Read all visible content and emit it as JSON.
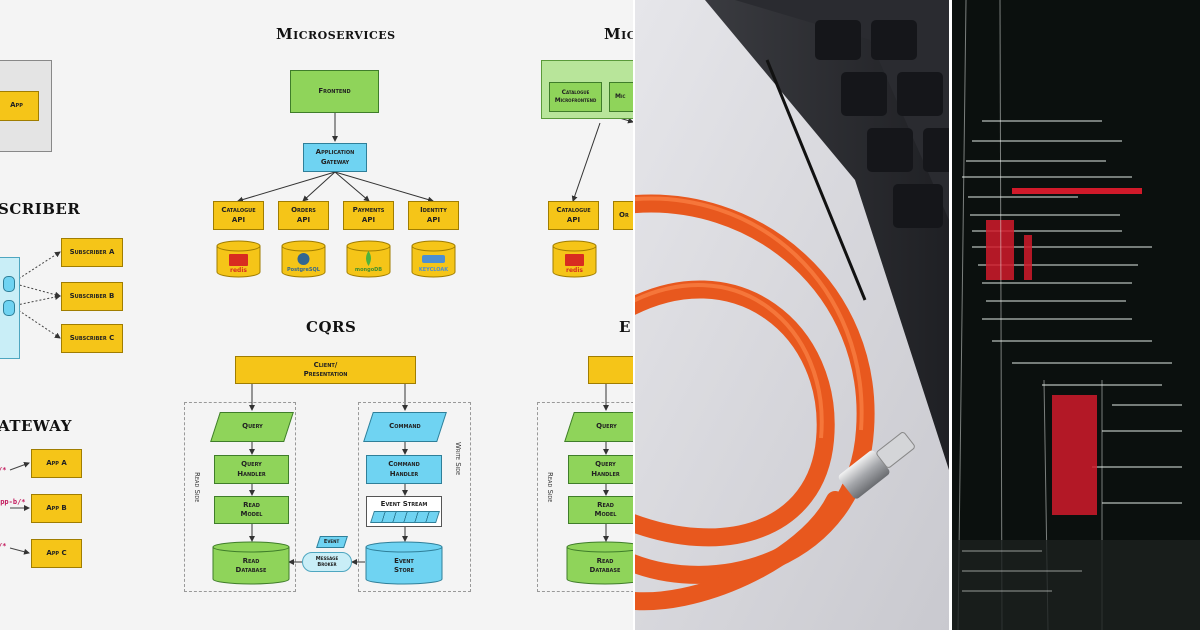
{
  "diagram": {
    "pubsub_title_fragment": "SCRIBER",
    "gateway_title_fragment": "ATEWAY",
    "app_label": "App",
    "subscribers": [
      "Subscriber A",
      "Subscriber B",
      "Subscriber C"
    ],
    "gateway_apps": [
      "App A",
      "App B",
      "App C"
    ],
    "gateway_routes": [
      "/*",
      "/pp-b/*",
      "/*"
    ],
    "microservices": {
      "title": "Microservices",
      "frontend": "Frontend",
      "gateway": "Application\nGateway",
      "apis": [
        "Catalogue\nAPI",
        "Orders\nAPI",
        "Payments\nAPI",
        "Identity\nAPI"
      ],
      "db_labels": [
        "redis",
        "PostgreSQL",
        "mongoDB",
        "KEYCLOAK"
      ]
    },
    "cqrs": {
      "title": "CQRS",
      "client": "Client/\nPresentation",
      "query": "Query",
      "query_handler": "Query\nHandler",
      "read_model": "Read\nModel",
      "read_database": "Read\nDatabase",
      "command": "Command",
      "command_handler": "Command\nHandler",
      "event_stream": "Event Stream",
      "event_store": "Event\nStore",
      "event": "Event",
      "message_broker": "Message\nBroker",
      "read_side": "Read Side",
      "write_side": "Write Side"
    },
    "right_copy": {
      "title_fragment_top": "Mic",
      "title_fragment_bottom": "E",
      "catalogue_mf": "Catalogue\nMicrofrontend",
      "mf2": "Mic",
      "catalogue_api": "Catalogue\nAPI",
      "orders_api_fragment": "Or",
      "query": "Query",
      "query_handler": "Query\nHandler",
      "read_model": "Read\nModel",
      "read_database": "Read\nDatabase",
      "read_side": "Read Side",
      "redis": "redis"
    }
  },
  "colors": {
    "yellow": "#f5c518",
    "green": "#8fd45a",
    "blue": "#6fd3f2",
    "cable": "#e8581e",
    "code_red": "#d11a2a"
  }
}
